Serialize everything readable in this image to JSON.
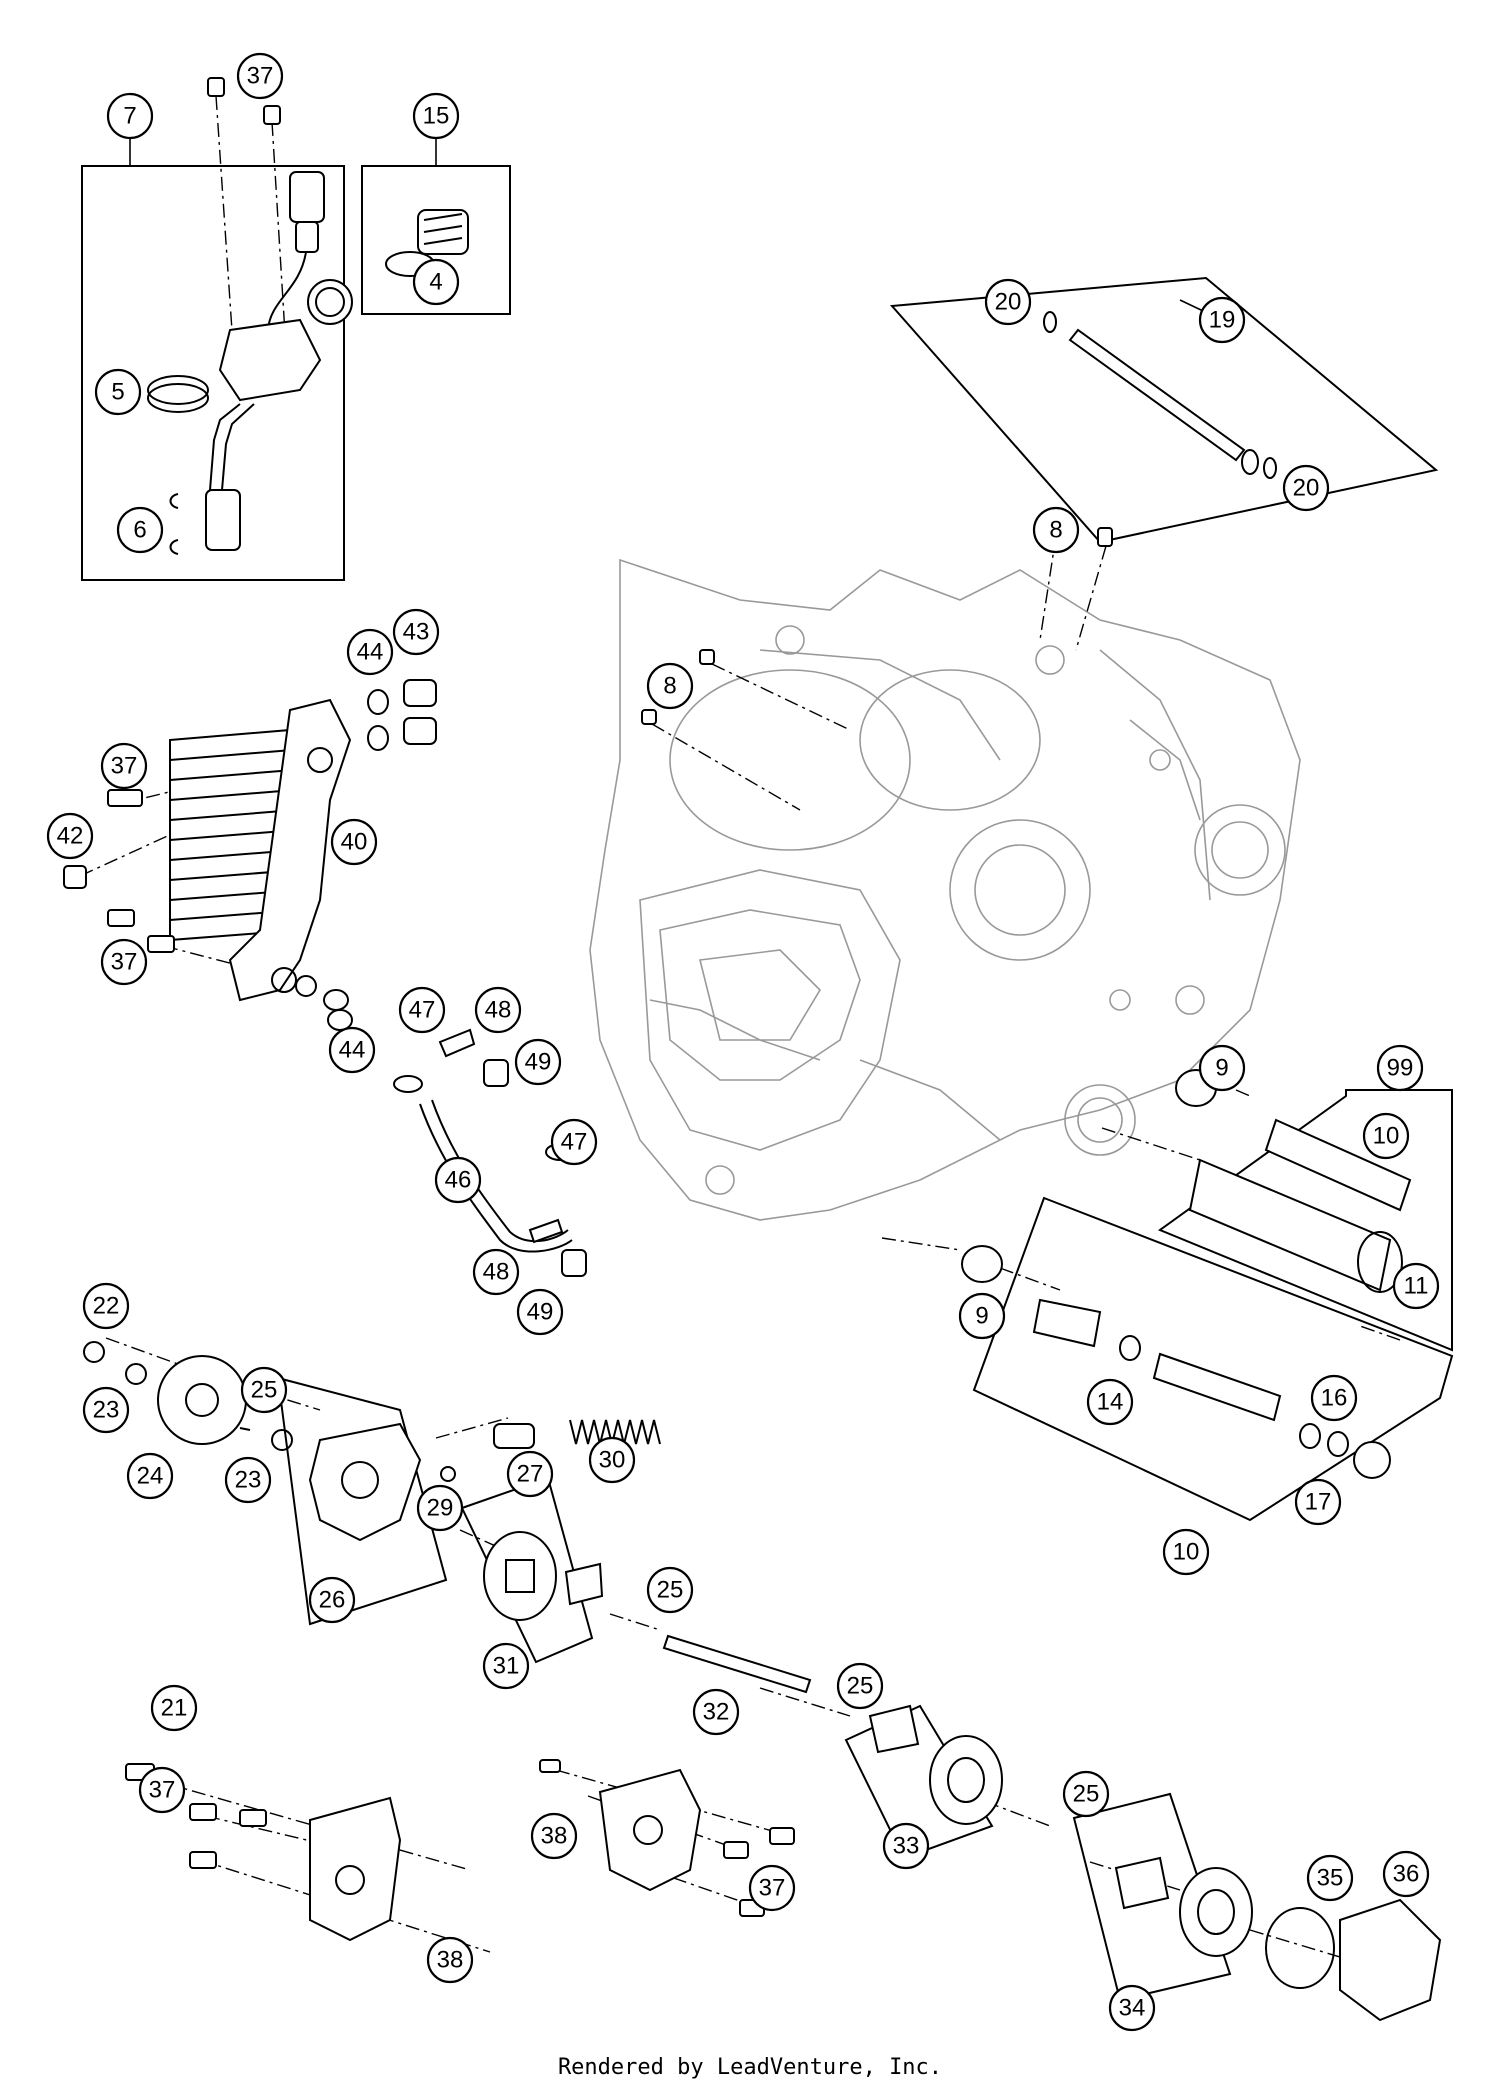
{
  "footer": {
    "credit": "Rendered by LeadVenture, Inc."
  },
  "callouts": {
    "c37a": "37",
    "c7": "7",
    "c15": "15",
    "c4": "4",
    "c5": "5",
    "c6": "6",
    "c19": "19",
    "c20a": "20",
    "c20b": "20",
    "c8a": "8",
    "c8b": "8",
    "c44a": "44",
    "c43": "43",
    "c37b": "37",
    "c42": "42",
    "c40": "40",
    "c37c": "37",
    "c44b": "44",
    "c47a": "47",
    "c48a": "48",
    "c49a": "49",
    "c47b": "47",
    "c46": "46",
    "c48b": "48",
    "c49b": "49",
    "c9a": "9",
    "c99": "99",
    "c10a": "10",
    "c11": "11",
    "c9b": "9",
    "c14": "14",
    "c16": "16",
    "c17": "17",
    "c10b": "10",
    "c22": "22",
    "c23a": "23",
    "c25a": "25",
    "c24": "24",
    "c23b": "23",
    "c27": "27",
    "c30": "30",
    "c29": "29",
    "c26": "26",
    "c25b": "25",
    "c31": "31",
    "c32": "32",
    "c25c": "25",
    "c21": "21",
    "c37d": "37",
    "c38a": "38",
    "c38b": "38",
    "c37e": "37",
    "c33": "33",
    "c25d": "25",
    "c35": "35",
    "c36": "36",
    "c34": "34"
  }
}
